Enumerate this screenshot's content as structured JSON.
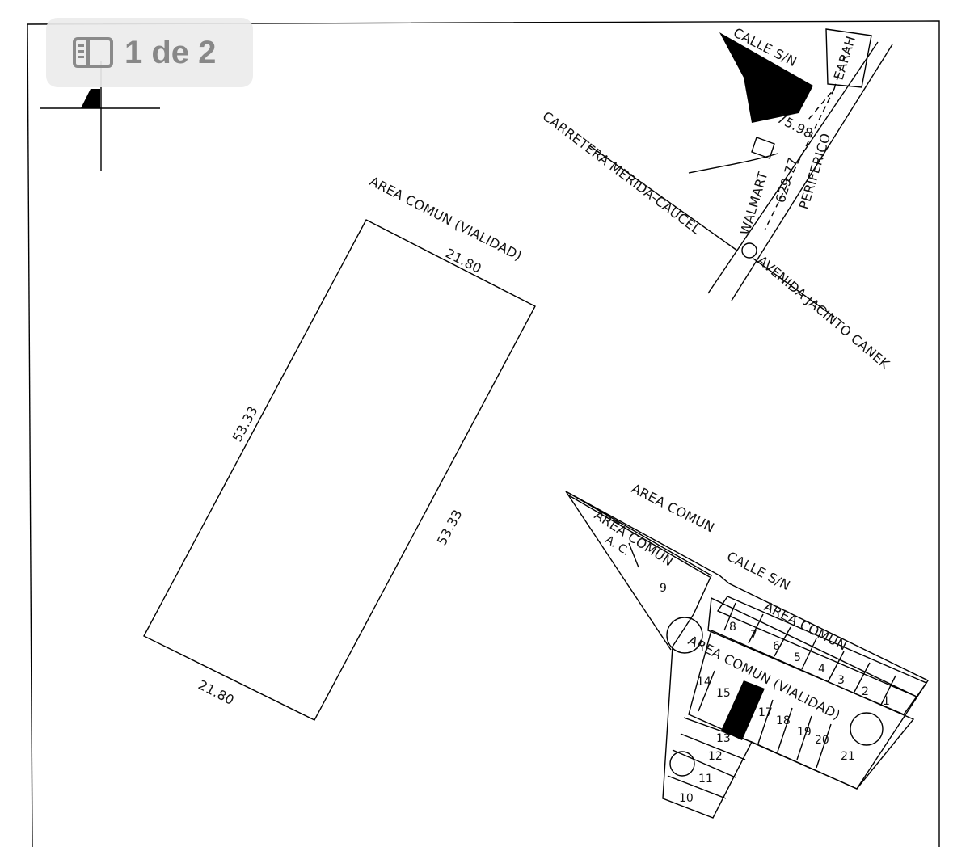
{
  "pager": {
    "text": "1 de 2",
    "icon": "sidebar-icon"
  },
  "lot": {
    "top_label": "AREA COMUN (VIALIDAD)",
    "top_dim": "21.80",
    "left_dim": "53.33",
    "right_dim": "53.33",
    "bottom_dim": "21.80"
  },
  "location": {
    "calle": "CALLE S/N",
    "earah": "EARAH",
    "dist_1": "75.98",
    "dist_2": "629.77",
    "walmart": "WALMART",
    "periferico": "PERIFERICO",
    "carretera": "CARRETERA MERIDA-CAUCEL",
    "avenida": "AVENIDA JACINTO CANEK"
  },
  "subdivision": {
    "area_comun_top": "AREA COMUN",
    "area_comun_left": "AREA COMUN",
    "ac": "A. C.",
    "calle": "CALLE S/N",
    "area_comun_right": "AREA COMUN",
    "area_comun_vialidad": "AREA COMUN (VIALIDAD)",
    "lots": [
      "1",
      "2",
      "3",
      "4",
      "5",
      "6",
      "7",
      "8",
      "9",
      "10",
      "11",
      "12",
      "13",
      "14",
      "15",
      "17",
      "18",
      "19",
      "20",
      "21"
    ]
  }
}
